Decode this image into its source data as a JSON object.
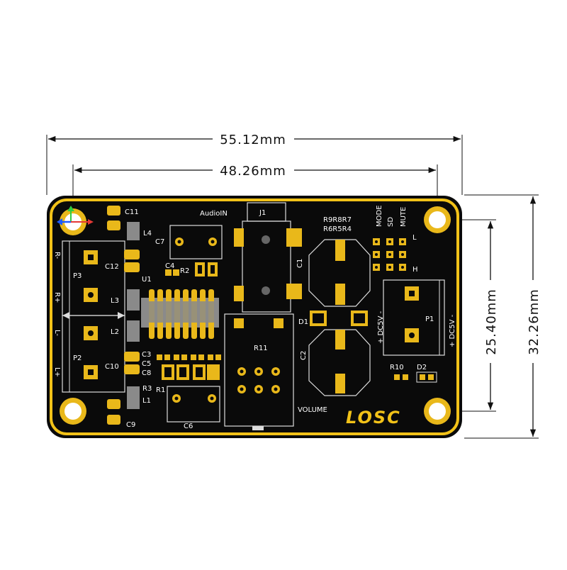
{
  "dimensions": {
    "overall_width": "55.12mm",
    "hole_spacing_x": "48.26mm",
    "hole_spacing_y": "25.40mm",
    "overall_height": "32.26mm"
  },
  "silkscreen": {
    "c11": "C11",
    "l4": "L4",
    "audioin": "AudioIN",
    "j1": "J1",
    "c7": "C7",
    "c4": "C4",
    "r2": "R2",
    "c1": "C1",
    "resistors_top": "R9R8R7",
    "resistors_bottom": "R6R5R4",
    "mode": "MODE",
    "sd": "SD",
    "mute": "MUTE",
    "l": "L",
    "h": "H",
    "p3": "P3",
    "c12": "C12",
    "u1": "U1",
    "l3": "L3",
    "l2": "L2",
    "p2": "P2",
    "c10": "C10",
    "c3": "C3",
    "c5": "C5",
    "c8": "C8",
    "r3": "R3",
    "r1": "R1",
    "l1": "L1",
    "c9": "C9",
    "c6": "C6",
    "r11": "R11",
    "d1": "D1",
    "c2": "C2",
    "volume": "VOLUME",
    "p1": "P1",
    "dc5v_left": "+ DC5V -",
    "dc5v_right": "+ DC5V -",
    "r10": "R10",
    "d2": "D2",
    "p3_minus": "R-",
    "p3_plus": "R+",
    "p2_minus": "L-",
    "p2_plus": "L+"
  },
  "logo": "LOSC",
  "colors": {
    "board": "#0a0a0a",
    "border_gold": "#f2c218",
    "pad_gold": "#e9b81a",
    "silkscreen": "#ffffff",
    "connector_body": "#9a9a9a",
    "dimension_line": "#111111"
  }
}
